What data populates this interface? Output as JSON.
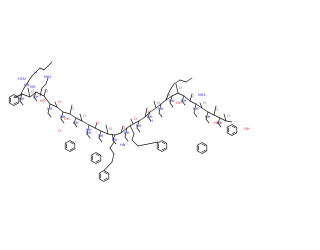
{
  "diagram": {
    "type": "skeletal-formula",
    "colors": {
      "background": "#ffffff",
      "bond": "#1a1a1a",
      "N": "#2b2bcc",
      "O": "#d41f1f",
      "C": "#1a1a1a"
    },
    "atom_labels": [
      {
        "text": "H",
        "element": "N"
      },
      {
        "text": "NH",
        "element": "N"
      },
      {
        "text": "HN",
        "element": "N"
      },
      {
        "text": "H2N",
        "element": "N"
      },
      {
        "text": "NH2",
        "element": "N"
      },
      {
        "text": "HO",
        "element": "O"
      },
      {
        "text": "OH",
        "element": "O"
      },
      {
        "text": "O",
        "element": "O"
      },
      {
        "text": "NH",
        "element": "N"
      },
      {
        "text": "HN",
        "element": "N"
      },
      {
        "text": "H",
        "element": "N"
      },
      {
        "text": "OH",
        "element": "O"
      },
      {
        "text": "NH2",
        "element": "N"
      },
      {
        "text": "HO",
        "element": "O"
      },
      {
        "text": "OH",
        "element": "O"
      }
    ]
  }
}
